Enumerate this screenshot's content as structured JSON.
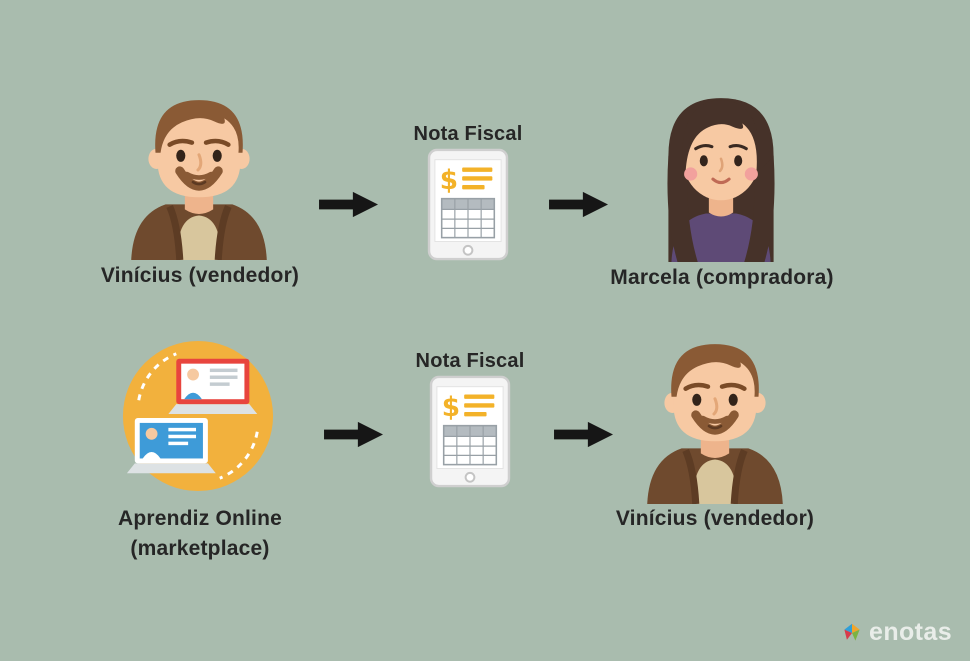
{
  "canvas": {
    "background": "#a9bcae"
  },
  "rows": [
    {
      "source_label": "Vinícius (vendedor)",
      "document_label": "Nota Fiscal",
      "target_label": "Marcela (compradora)"
    },
    {
      "source_label": "Aprendiz Online",
      "source_sublabel": "(marketplace)",
      "document_label": "Nota Fiscal",
      "target_label": "Vinícius (vendedor)"
    }
  ],
  "invoice": {
    "currency_symbol": "$"
  },
  "logo": {
    "text": "enotas"
  },
  "icons": {
    "male_avatar": "male-avatar-icon",
    "female_avatar": "female-avatar-icon",
    "marketplace": "marketplace-icon",
    "invoice_tablet": "invoice-tablet-icon",
    "arrow": "arrow-right-icon",
    "enotas_mark": "enotas-logo-icon"
  },
  "colors": {
    "background": "#a9bcae",
    "text": "#262626",
    "arrow": "#161616",
    "accent_yellow": "#f3b229",
    "marketplace_circle": "#f2b13d",
    "laptop_red": "#e8453e",
    "laptop_blue": "#3e9bd8",
    "hair_brown": "#8a5a35",
    "hair_dark_brown": "#463229",
    "shirt_purple": "#5e4a76",
    "jacket_brown": "#6f4a2e",
    "logo_text": "#e9ede9"
  }
}
